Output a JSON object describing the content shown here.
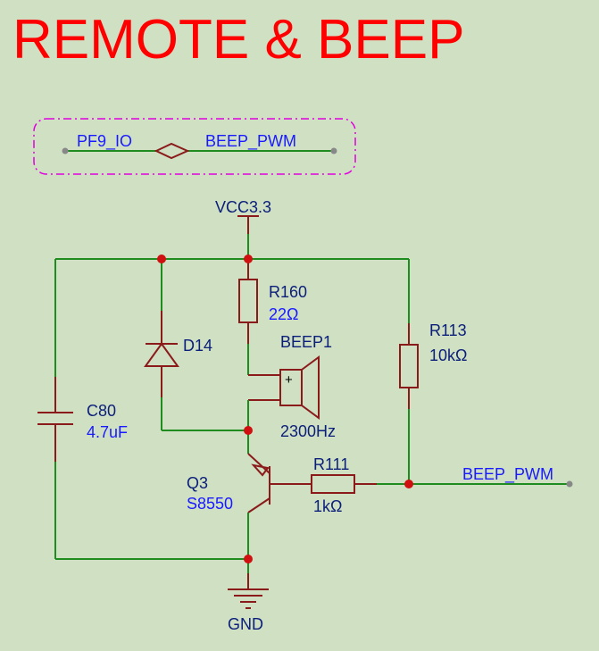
{
  "title": "REMOTE & BEEP",
  "alias": {
    "left": "PF9_IO",
    "right": "BEEP_PWM"
  },
  "power": {
    "vcc": "VCC3.3",
    "gnd": "GND"
  },
  "components": {
    "r160": {
      "ref": "R160",
      "value": "22Ω"
    },
    "r113": {
      "ref": "R113",
      "value": "10kΩ"
    },
    "r111": {
      "ref": "R111",
      "value": "1kΩ"
    },
    "d14": {
      "ref": "D14"
    },
    "beep1": {
      "ref": "BEEP1",
      "value": "2300Hz",
      "plus": "+"
    },
    "c80": {
      "ref": "C80",
      "value": "4.7uF"
    },
    "q3": {
      "ref": "Q3",
      "value": "S8550"
    }
  },
  "net_label": "BEEP_PWM",
  "colors": {
    "title": "#ff0000",
    "wire": "#1e8c1e",
    "part": "#8b1a1a",
    "label": "#0b1e7a",
    "value": "#1a1aff",
    "junction": "#d01010",
    "box": "#e000e0",
    "background": "#cfe0c3"
  }
}
